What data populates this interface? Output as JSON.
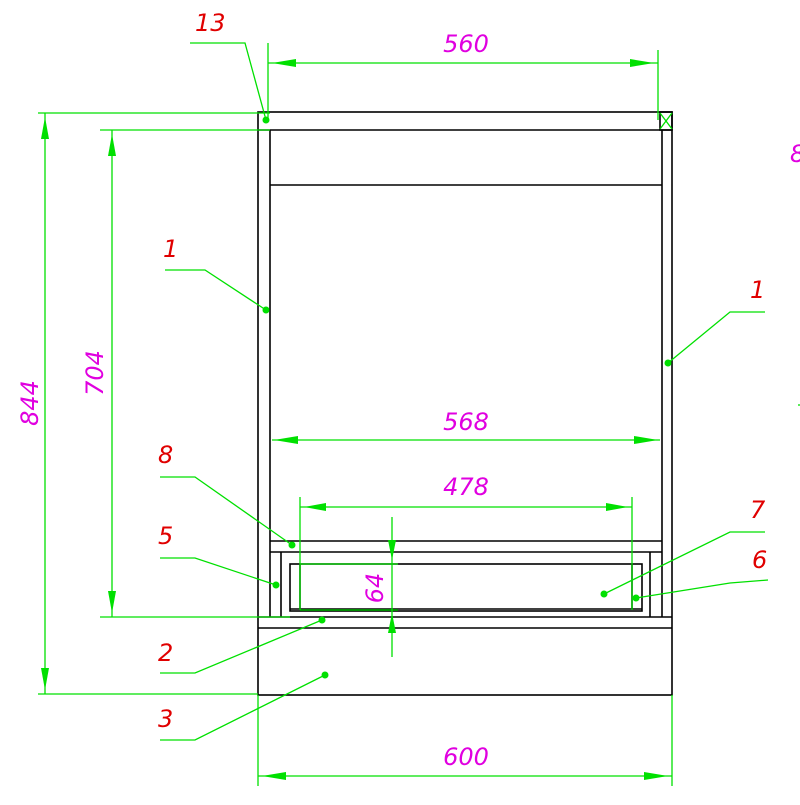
{
  "dimensions": {
    "top_width": "560",
    "total_height": "844",
    "side_height": "704",
    "inner_width": "568",
    "drawer_width": "478",
    "drawer_height": "64",
    "base_width": "600"
  },
  "labels": {
    "corner": "13",
    "side_left": "1",
    "side_right": "1",
    "rail": "8",
    "drawer_side": "5",
    "shelf": "2",
    "plinth": "3",
    "drawer_front": "7",
    "drawer_right": "6"
  },
  "colors": {
    "dimension": "#00e000",
    "dimension_text": "#e000e0",
    "label_text": "#e00000",
    "outline": "#000000"
  }
}
